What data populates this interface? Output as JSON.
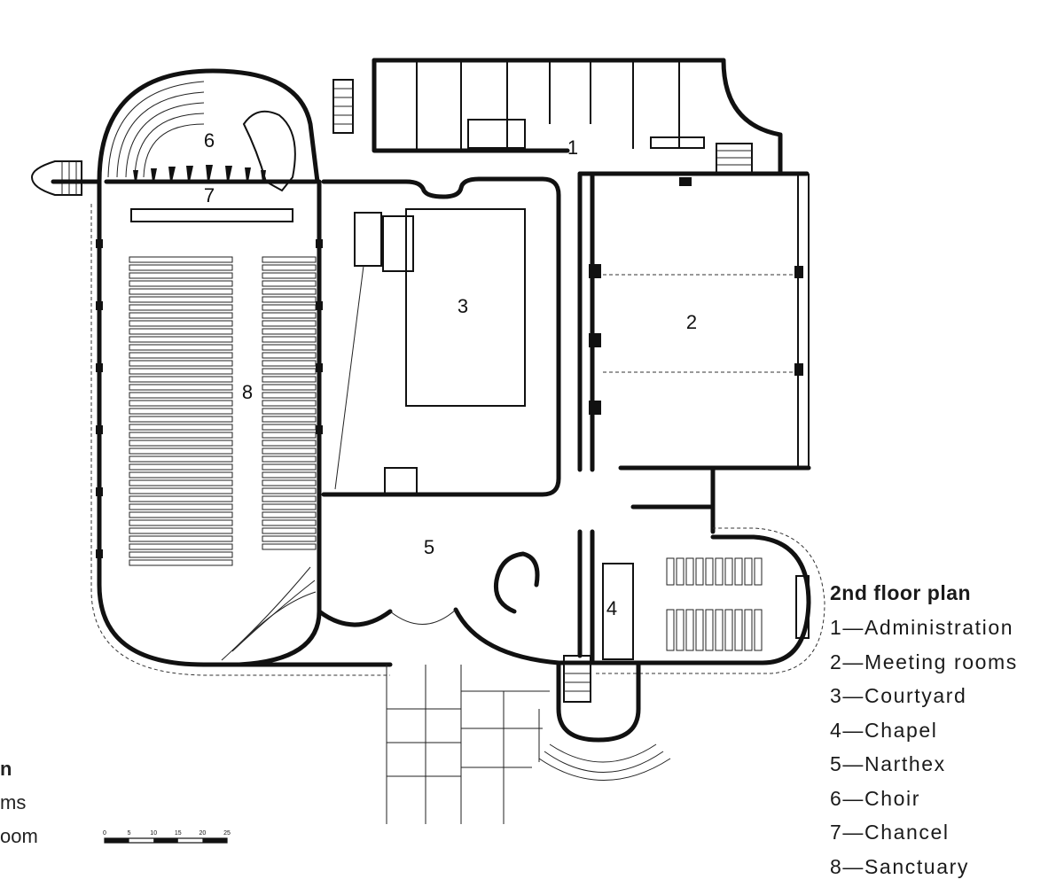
{
  "rooms": [
    {
      "number": "1",
      "name": "Administration"
    },
    {
      "number": "2",
      "name": "Meeting rooms"
    },
    {
      "number": "3",
      "name": "Courtyard"
    },
    {
      "number": "4",
      "name": "Chapel"
    },
    {
      "number": "5",
      "name": "Narthex"
    },
    {
      "number": "6",
      "name": "Choir"
    },
    {
      "number": "7",
      "name": "Chancel"
    },
    {
      "number": "8",
      "name": "Sanctuary"
    }
  ],
  "legend": {
    "title": "2nd floor plan",
    "items": [
      "1—Administration",
      "2—Meeting rooms",
      "3—Courtyard",
      "4—Chapel",
      "5—Narthex",
      "6—Choir",
      "7—Chancel",
      "8—Sanctuary"
    ]
  },
  "cut_off_legend": {
    "title_fragment": "n",
    "line1": "ms",
    "line2": "oom"
  },
  "scale_bar": {
    "ticks": [
      "0",
      "5",
      "10",
      "15",
      "20",
      "25"
    ]
  }
}
